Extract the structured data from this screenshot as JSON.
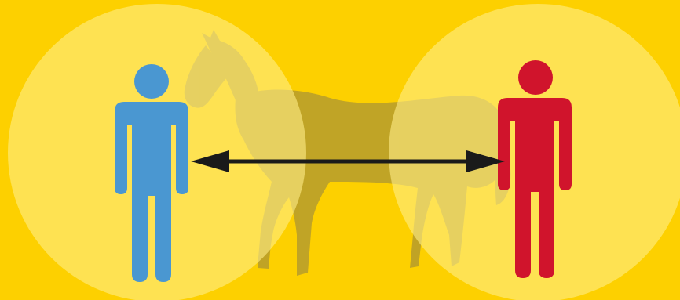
{
  "colors": {
    "background": "#FDD000",
    "circle_fill": "#FFEE88",
    "horse_fill": "#A08C3A",
    "person_left": "#4A97D1",
    "person_right": "#D0142C",
    "arrow": "#1A1A1A"
  },
  "figures": {
    "left_person": {
      "icon": "person-icon",
      "color_role": "person_left"
    },
    "right_person": {
      "icon": "person-icon",
      "color_role": "person_right"
    },
    "horse": {
      "icon": "horse-icon"
    },
    "connector": {
      "icon": "double-headed-arrow"
    }
  }
}
